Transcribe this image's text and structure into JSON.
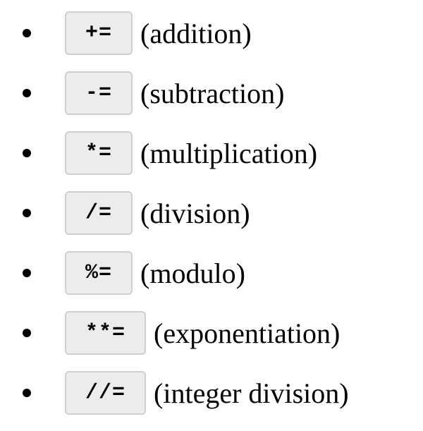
{
  "operators": [
    {
      "code": "+=",
      "description": "(addition)"
    },
    {
      "code": "-=",
      "description": "(subtraction)"
    },
    {
      "code": "*=",
      "description": "(multiplication)"
    },
    {
      "code": "/=",
      "description": "(division)"
    },
    {
      "code": "%=",
      "description": "(modulo)"
    },
    {
      "code": "**=",
      "description": "(exponentiation)"
    },
    {
      "code": "//=",
      "description": "(integer division)"
    }
  ]
}
